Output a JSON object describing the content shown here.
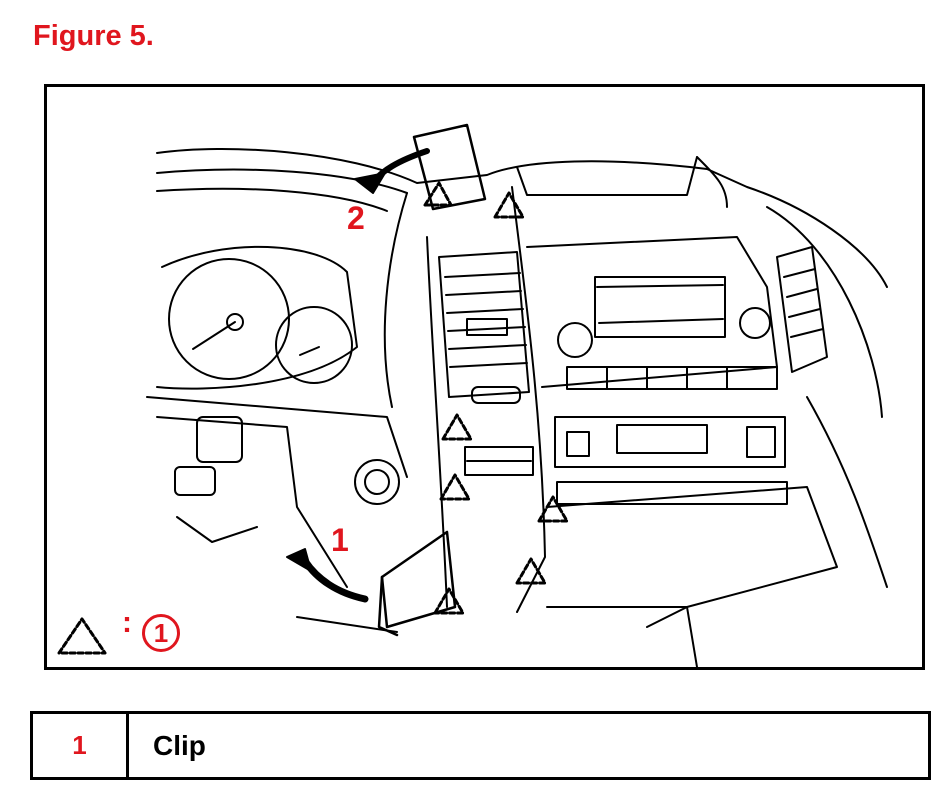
{
  "figure": {
    "title": "Figure 5.",
    "callout_1": "1",
    "callout_2": "2",
    "legend_colon": ":",
    "legend_number": "1"
  },
  "legend_table": {
    "rows": [
      {
        "number": "1",
        "label": "Clip"
      }
    ]
  },
  "colors": {
    "accent": "#e0161e",
    "line": "#000000"
  }
}
